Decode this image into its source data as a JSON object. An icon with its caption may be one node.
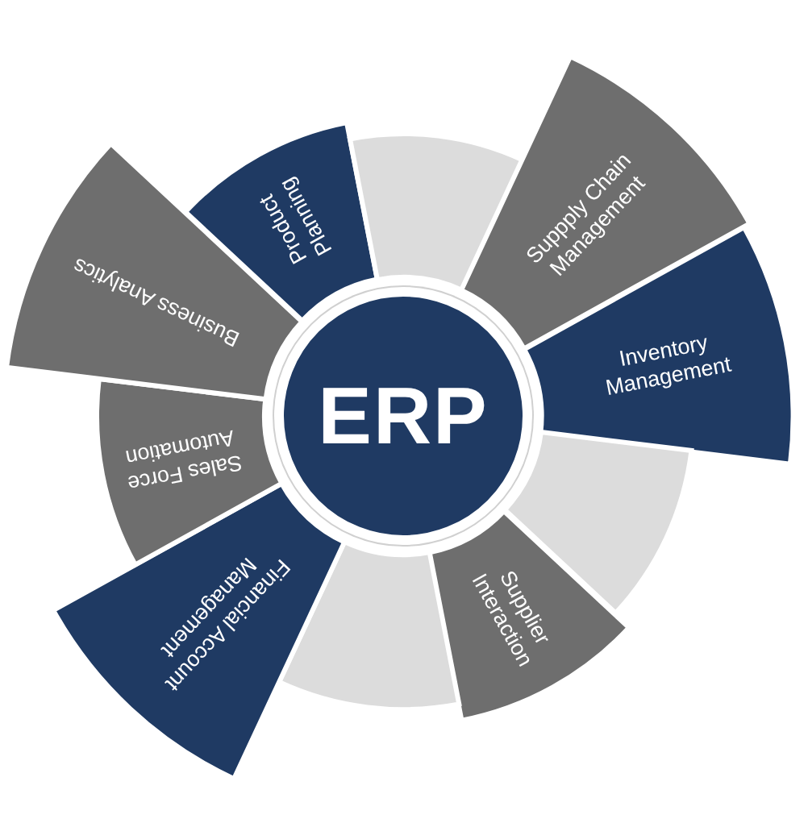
{
  "diagram": {
    "nodes": [
      {
        "text": [
          "ERP"
        ]
      },
      {
        "text": [
          "Product Planning"
        ]
      },
      {
        "text": [],
        "shape": "sector"
      },
      {
        "text": [
          "Suppply Chain Management"
        ]
      },
      {
        "text": [
          "Inventory Management"
        ]
      },
      {
        "text": [],
        "shape": "sector"
      },
      {
        "text": [
          "Supplier Interaction"
        ]
      },
      {
        "text": [],
        "shape": "sector"
      },
      {
        "text": [
          "Financial Account Management"
        ]
      },
      {
        "text": [
          "Sales Force Automation"
        ]
      },
      {
        "text": [
          "Business Analytics"
        ]
      }
    ]
  }
}
